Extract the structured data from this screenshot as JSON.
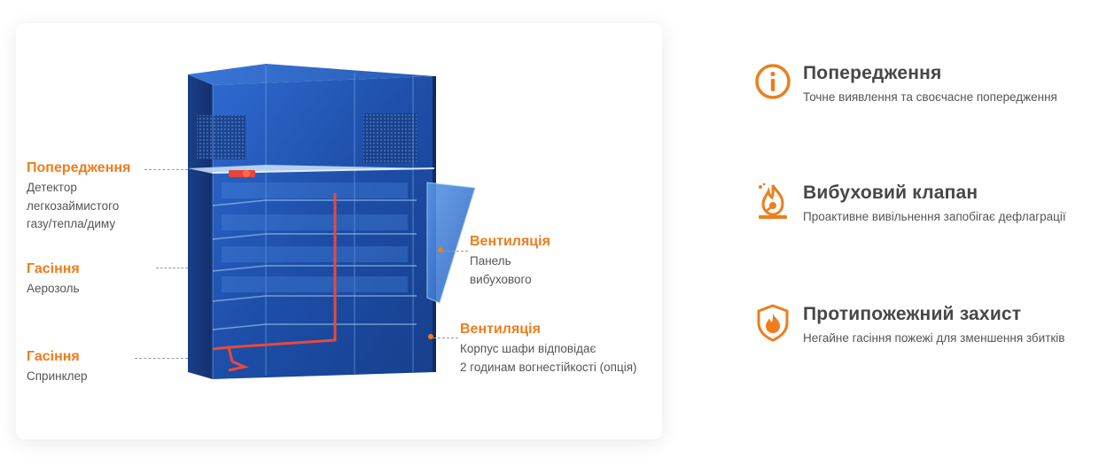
{
  "diagram": {
    "callouts": [
      {
        "title": "Попередження",
        "desc": [
          "Детектор",
          "легкозаймистого",
          "газу/тепла/диму"
        ]
      },
      {
        "title": "Гасіння",
        "desc": [
          "Аерозоль"
        ]
      },
      {
        "title": "Гасіння",
        "desc": [
          "Спринклер"
        ]
      },
      {
        "title": "Вентиляція",
        "desc": [
          "Панель",
          "вибухового"
        ]
      },
      {
        "title": "Вентиляція",
        "desc": [
          "Корпус шафи відповідає",
          "2 годинам вогнестійкості (опція)"
        ]
      }
    ]
  },
  "features": [
    {
      "icon": "info-icon",
      "title": "Попередження",
      "desc": "Точне виявлення та своєчасне попередження"
    },
    {
      "icon": "explosion-valve-icon",
      "title": "Вибуховий клапан",
      "desc": "Проактивне вивільнення запобігає дефлаграції"
    },
    {
      "icon": "fire-shield-icon",
      "title": "Протипожежний захист",
      "desc": "Негайне гасіння пожежі для зменшення збитків"
    }
  ],
  "colors": {
    "accent": "#EE7D1D",
    "cabinet": "#1F4FA8",
    "text_dark": "#474747",
    "text_muted": "#555555"
  }
}
